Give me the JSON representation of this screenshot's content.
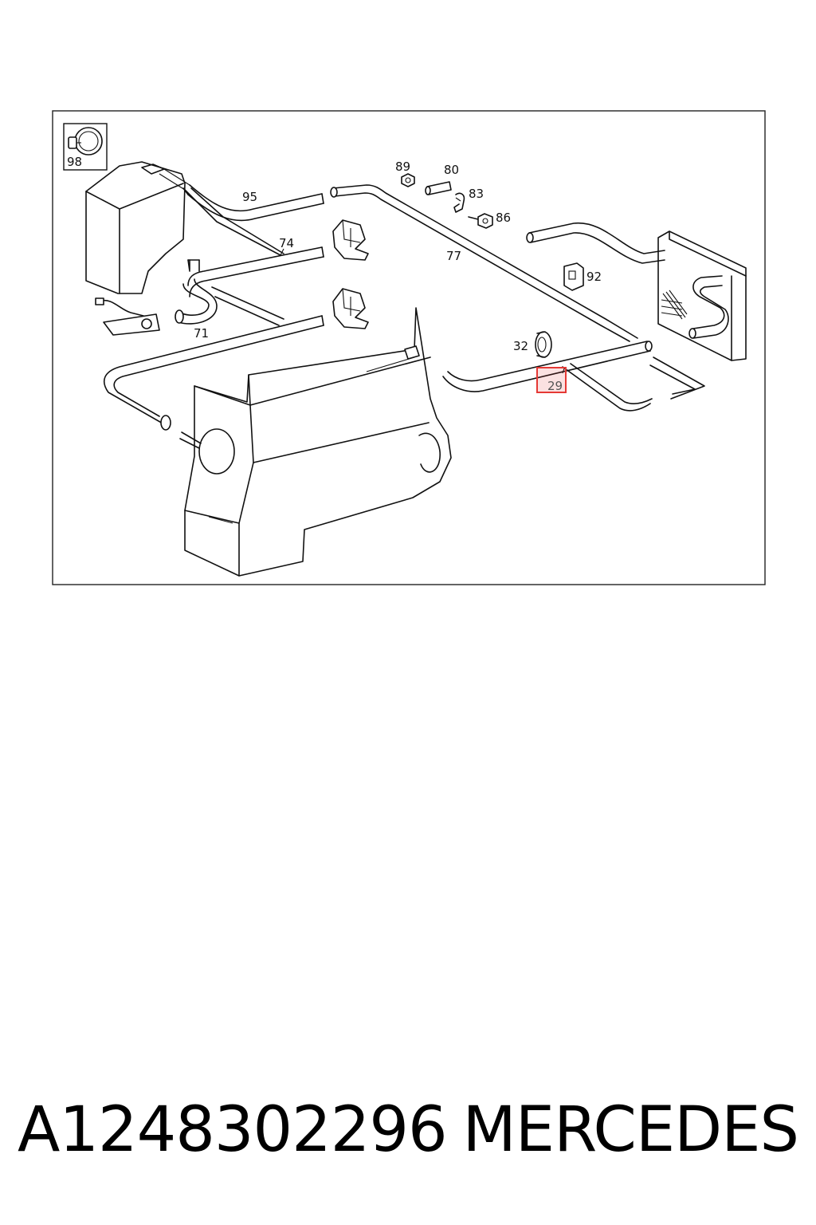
{
  "diagram": {
    "callouts": {
      "p98": "98",
      "p95": "95",
      "p89": "89",
      "p80": "80",
      "p83": "83",
      "p86": "86",
      "p74": "74",
      "p77": "77",
      "p92": "92",
      "p71": "71",
      "p32": "32",
      "p29": "29"
    },
    "highlighted_part": "29",
    "highlight_color": "#e53935"
  },
  "caption": {
    "part_number": "A1248302296",
    "brand": "MERCEDES"
  }
}
